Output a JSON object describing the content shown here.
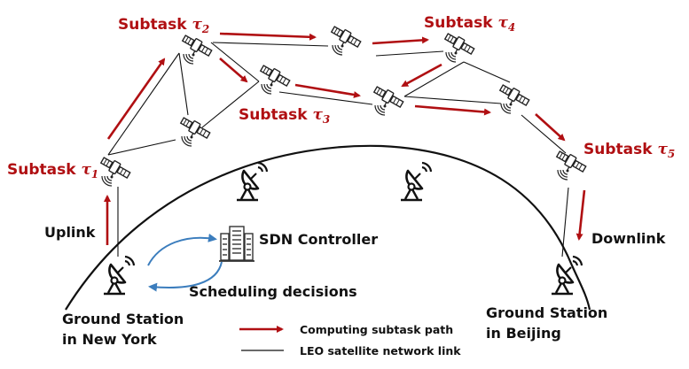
{
  "title": "LEO satellite computing subtask scheduling",
  "colors": {
    "path": "#b00f12",
    "link": "#111111",
    "control": "#3b7dbd",
    "text": "#111111"
  },
  "subtasks": [
    {
      "label": "Subtask",
      "symbol": "τ",
      "index": "1"
    },
    {
      "label": "Subtask",
      "symbol": "τ",
      "index": "2"
    },
    {
      "label": "Subtask",
      "symbol": "τ",
      "index": "3"
    },
    {
      "label": "Subtask",
      "symbol": "τ",
      "index": "4"
    },
    {
      "label": "Subtask",
      "symbol": "τ",
      "index": "5"
    }
  ],
  "links": {
    "uplink": "Uplink",
    "downlink": "Downlink"
  },
  "controller": {
    "label": "SDN Controller",
    "decisions": "Scheduling decisions"
  },
  "stations": {
    "source_line1": "Ground Station",
    "source_line2": "in New York",
    "dest_line1": "Ground Station",
    "dest_line2": "in Beijing"
  },
  "legend": {
    "path": "Computing subtask path",
    "link": "LEO satellite network link"
  },
  "icons": {
    "satellite": "satellite-icon",
    "ground_station": "satellite-dish-icon",
    "controller": "server-building-icon"
  }
}
